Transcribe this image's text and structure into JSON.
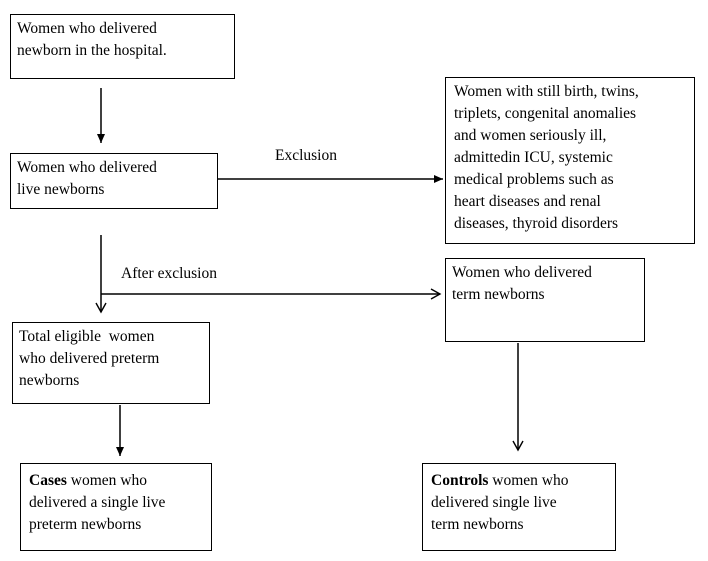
{
  "boxes": {
    "hospital": [
      "Women who delivered",
      "newborn in the hospital."
    ],
    "live": [
      "Women who delivered",
      "live newborns"
    ],
    "exclusion_criteria": [
      "Women with still birth, twins,",
      "triplets, congenital anomalies",
      "and women seriously ill,",
      "admittedin ICU, systemic",
      "medical problems such as",
      "heart diseases and renal",
      "diseases, thyroid disorders"
    ],
    "term": [
      "Women who delivered",
      "term newborns"
    ],
    "preterm": [
      "Total eligible  women",
      "who delivered preterm",
      "newborns"
    ],
    "cases": {
      "bold": "Cases",
      "line1_rest": " women who",
      "line2": "delivered a single live",
      "line3": "preterm newborns"
    },
    "controls": {
      "bold": "Controls",
      "line1_rest": " women who",
      "line2": "delivered single live",
      "line3": "term newborns"
    }
  },
  "labels": {
    "exclusion": "Exclusion",
    "after_exclusion": "After exclusion"
  }
}
